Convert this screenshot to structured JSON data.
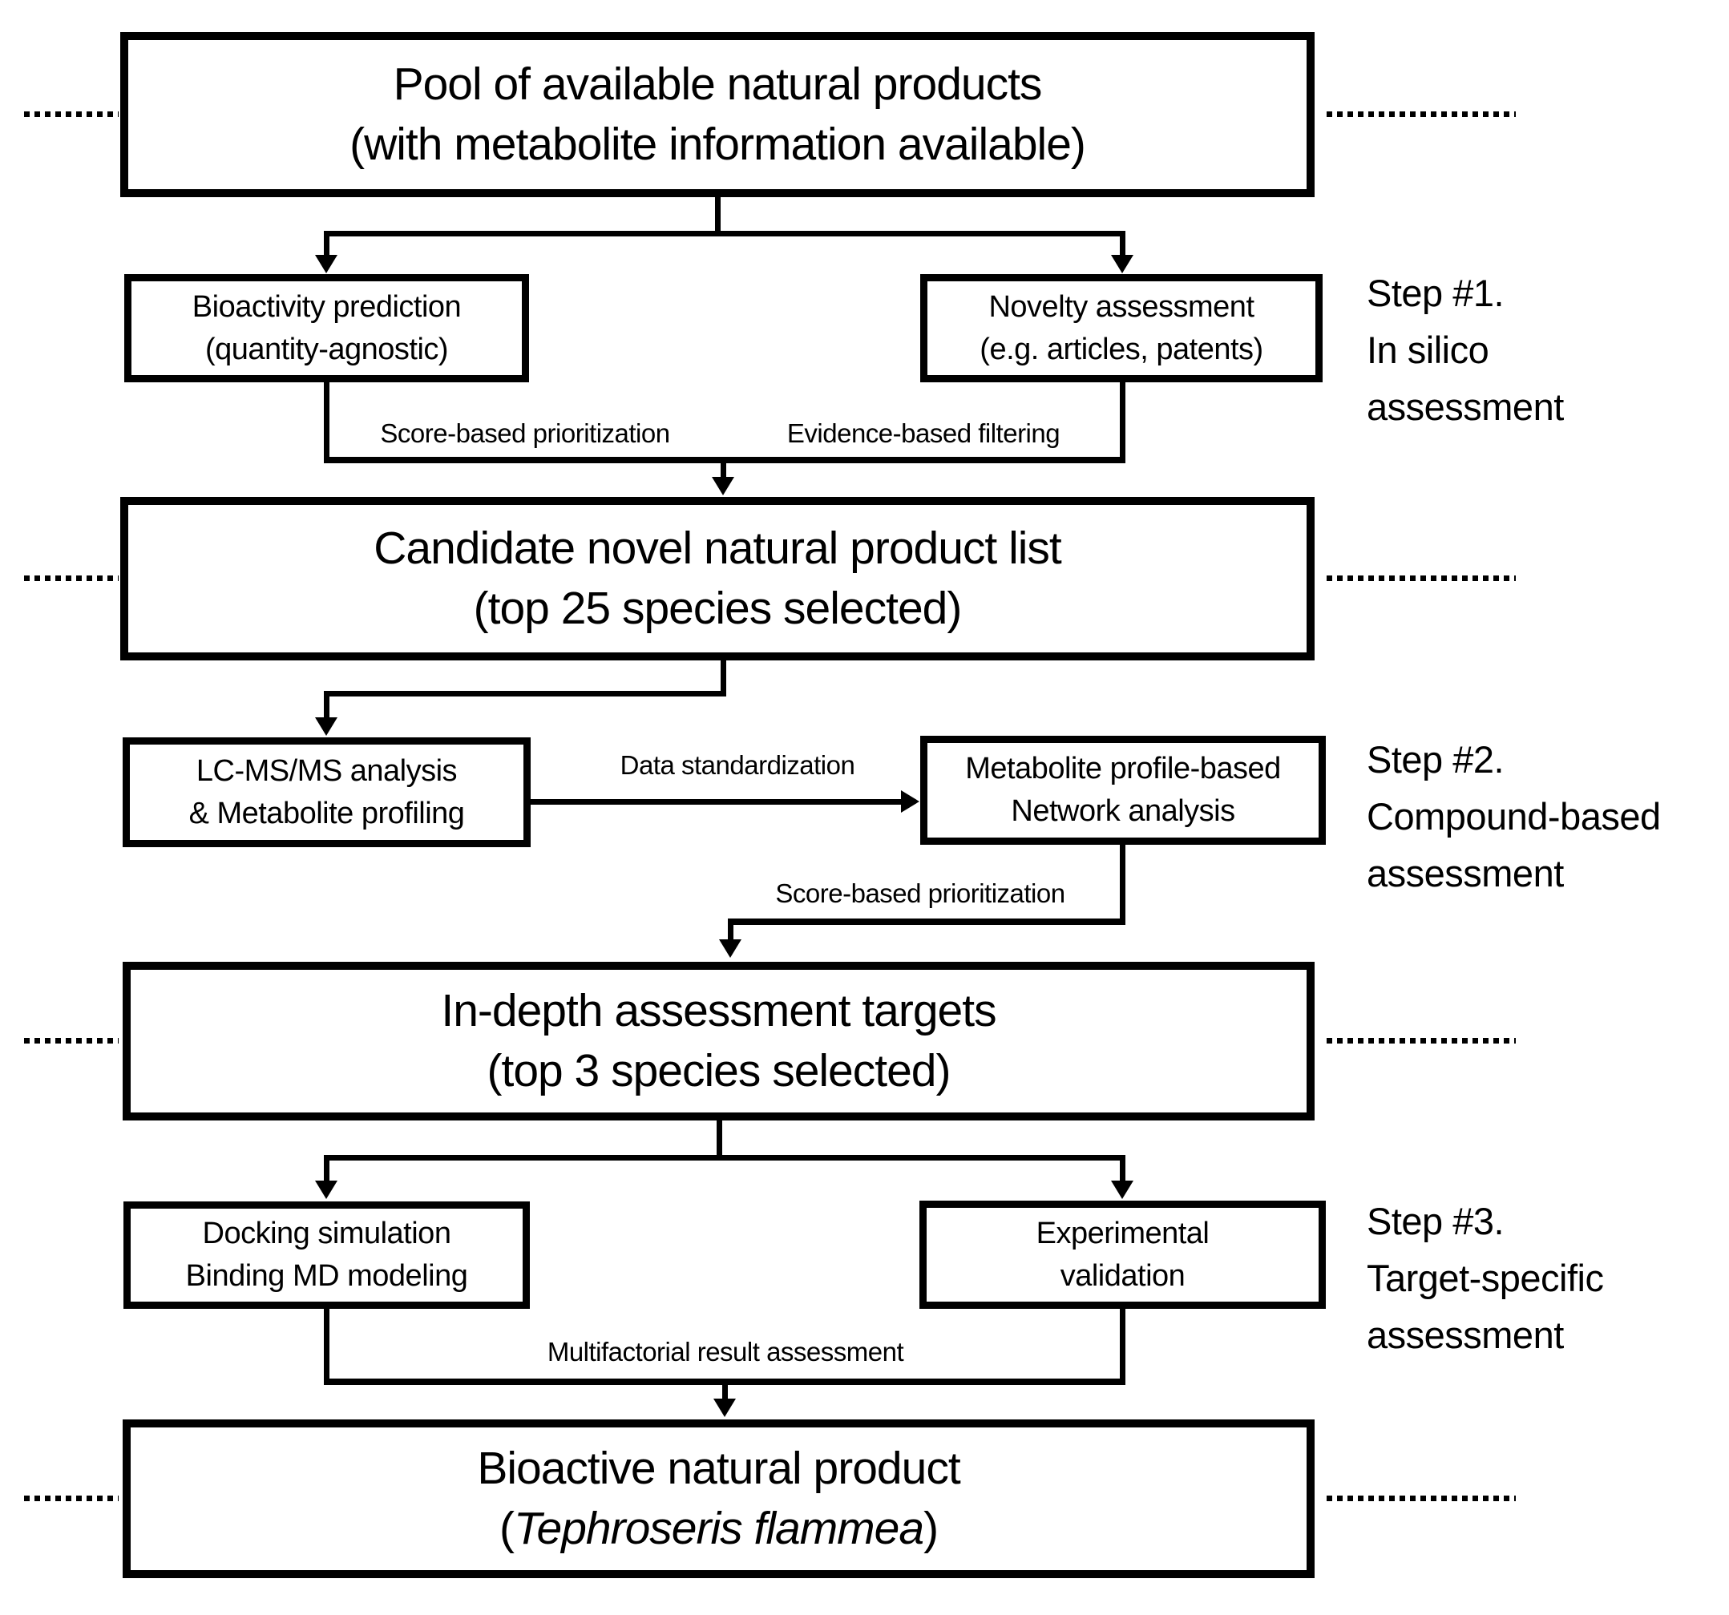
{
  "colors": {
    "ink": "#000000",
    "paper": "#ffffff"
  },
  "boxes": {
    "pool": {
      "line1": "Pool of available natural products",
      "line2": "(with metabolite information available)"
    },
    "bioactivity": {
      "line1": "Bioactivity prediction",
      "line2": "(quantity-agnostic)"
    },
    "novelty": {
      "line1": "Novelty assessment",
      "line2": "(e.g. articles, patents)"
    },
    "candidate": {
      "line1": "Candidate novel natural product list",
      "line2": "(top 25 species selected)"
    },
    "lcms": {
      "line1": "LC-MS/MS analysis",
      "line2": "& Metabolite profiling"
    },
    "metabolite": {
      "line1": "Metabolite profile-based",
      "line2": "Network analysis"
    },
    "indepth": {
      "line1": "In-depth assessment targets",
      "line2": "(top 3 species selected)"
    },
    "docking": {
      "line1": "Docking simulation",
      "line2": "Binding MD modeling"
    },
    "experimental": {
      "line1": "Experimental",
      "line2": "validation"
    },
    "bioactive": {
      "line1": "Bioactive natural product",
      "line2_prefix": "(",
      "line2_species": "Tephroseris flammea",
      "line2_suffix": ")"
    }
  },
  "edge_labels": {
    "score_prioritization_1": "Score-based prioritization",
    "evidence_filtering": "Evidence-based filtering",
    "data_standardization": "Data standardization",
    "score_prioritization_2": "Score-based prioritization",
    "multifactorial": "Multifactorial result assessment"
  },
  "steps": {
    "s1": {
      "line1": "Step #1.",
      "line2": "In silico",
      "line3": "assessment"
    },
    "s2": {
      "line1": "Step #2.",
      "line2": "Compound-based",
      "line3": "assessment"
    },
    "s3": {
      "line1": "Step #3.",
      "line2": "Target-specific",
      "line3": "assessment"
    }
  }
}
